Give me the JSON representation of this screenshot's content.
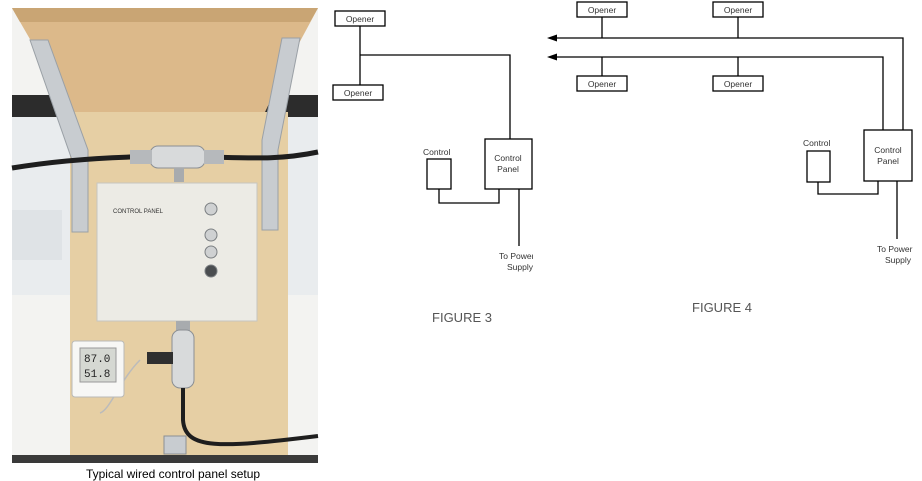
{
  "photo": {
    "caption": "Typical wired control panel setup",
    "panel_label": "CONTROL PANEL",
    "display_top": "87.0",
    "display_bottom": "51.8"
  },
  "figure3": {
    "caption": "FIGURE 3",
    "opener_top": "Opener",
    "opener_bottom": "Opener",
    "control_label": "Control",
    "panel_line1": "Control",
    "panel_line2": "Panel",
    "power_line1": "To Power",
    "power_line2": "Supply"
  },
  "figure4": {
    "caption": "FIGURE 4",
    "openers_top": [
      "Opener",
      "Opener"
    ],
    "openers_bottom": [
      "Opener",
      "Opener"
    ],
    "control_label": "Control",
    "panel_line1": "Control",
    "panel_line2": "Panel",
    "power_line1": "To Power",
    "power_line2": "Supply"
  },
  "colors": {
    "wood": "#e6cfa4",
    "wood_dark": "#c9a574",
    "panel_box": "#ecebe5",
    "bracket": "#c8ccd0",
    "line": "#000000",
    "label_gray": "#555555"
  }
}
